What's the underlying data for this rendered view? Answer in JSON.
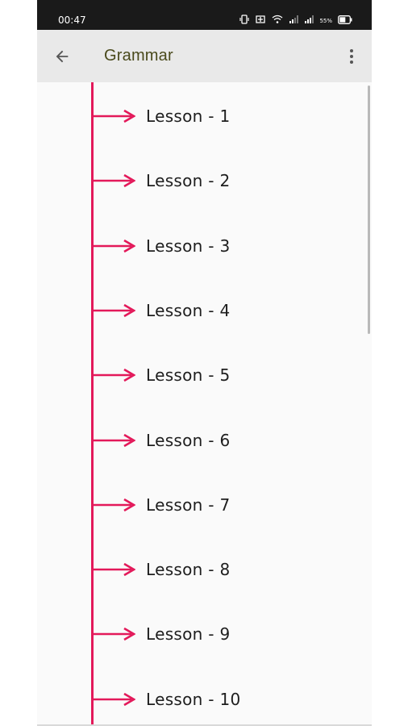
{
  "status_bar": {
    "time": "00:47",
    "battery_percent_text": "55%",
    "icons": [
      "vibrate-icon",
      "data-saver-icon",
      "wifi-icon",
      "signal-icon",
      "signal-icon",
      "battery-icon"
    ]
  },
  "app_bar": {
    "title": "Grammar",
    "back_icon": "arrow-back-icon",
    "menu_icon": "more-vert-icon"
  },
  "lessons": [
    {
      "label": "Lesson - 1"
    },
    {
      "label": "Lesson - 2"
    },
    {
      "label": "Lesson - 3"
    },
    {
      "label": "Lesson - 4"
    },
    {
      "label": "Lesson - 5"
    },
    {
      "label": "Lesson - 6"
    },
    {
      "label": "Lesson - 7"
    },
    {
      "label": "Lesson - 8"
    },
    {
      "label": "Lesson - 9"
    },
    {
      "label": "Lesson - 10"
    }
  ],
  "colors": {
    "accent": "#e3195a",
    "app_bar_bg": "#e9e9e9",
    "status_bar_bg": "#1a1a1a",
    "title_text": "#4a4a1c"
  }
}
